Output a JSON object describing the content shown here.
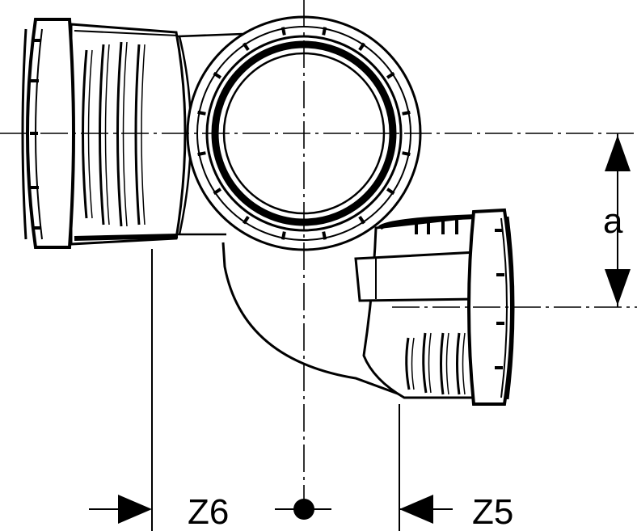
{
  "dimensions": {
    "vertical_label": "a",
    "left_offset_label": "Z6",
    "right_offset_label": "Z5"
  }
}
